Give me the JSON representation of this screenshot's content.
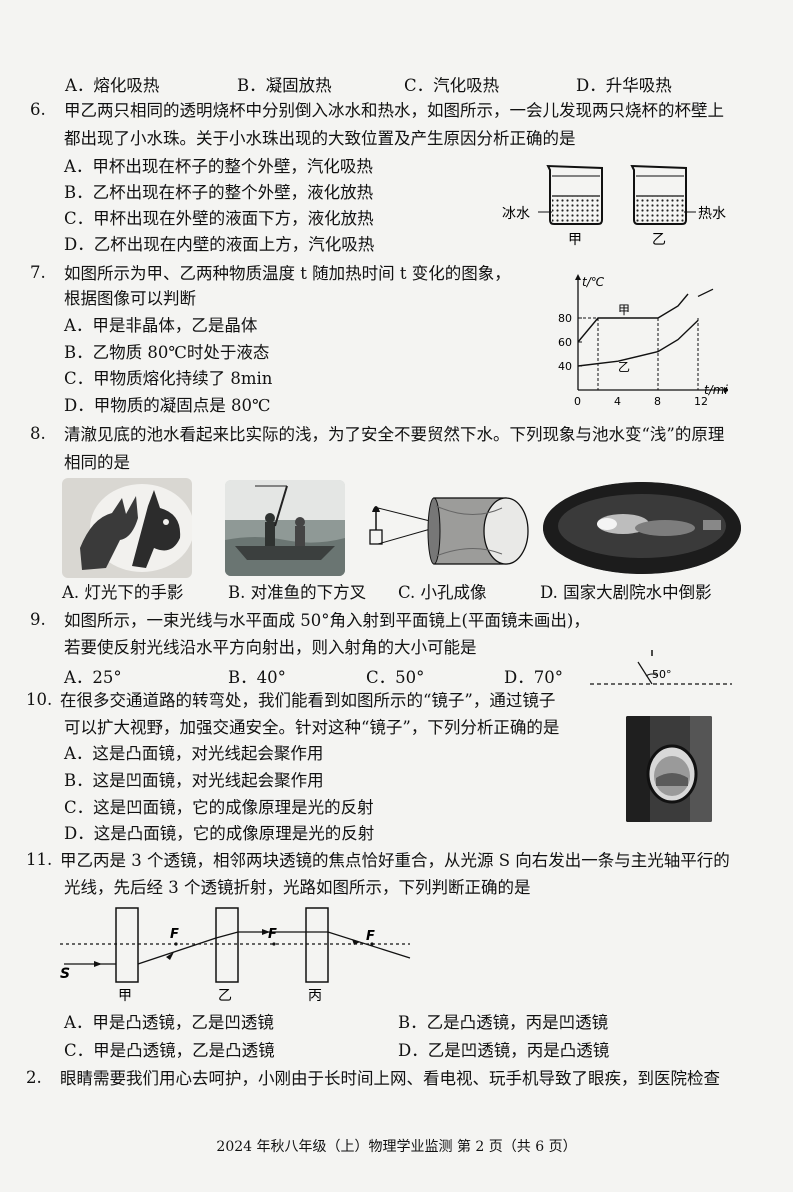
{
  "q5": {
    "options": [
      "A．熔化吸热",
      "B．凝固放热",
      "C．汽化吸热",
      "D．升华吸热"
    ]
  },
  "q6": {
    "num": "6.",
    "stem": [
      "甲乙两只相同的透明烧杯中分别倒入冰水和热水，如图所示，一会儿发现两只烧杯的杯壁上",
      "都出现了小水珠。关于小水珠出现的大致位置及产生原因分析正确的是"
    ],
    "options": [
      "A．甲杯出现在杯子的整个外壁，汽化吸热",
      "B．乙杯出现在杯子的整个外壁，液化放热",
      "C．甲杯出现在外壁的液面下方，液化放热",
      "D．乙杯出现在内壁的液面上方，汽化吸热"
    ],
    "figure": {
      "left_label": "冰水",
      "right_label": "热水",
      "cup1": "甲",
      "cup2": "乙"
    }
  },
  "q7": {
    "num": "7.",
    "stem": [
      "如图所示为甲、乙两种物质温度 t 随加热时间 t 变化的图象，",
      "根据图像可以判断"
    ],
    "options": [
      "A．甲是非晶体，乙是晶体",
      "B．乙物质 80℃时处于液态",
      "C．甲物质熔化持续了 8min",
      "D．甲物质的凝固点是 80℃"
    ]
  },
  "chart_data": {
    "type": "line",
    "ylabel": "t/℃",
    "xlabel": "t/min",
    "xticks": [
      "0",
      "4",
      "8",
      "12"
    ],
    "yticks": [
      "40",
      "60",
      "80"
    ],
    "series": [
      {
        "name": "甲",
        "x": [
          0,
          2,
          8,
          10,
          11
        ],
        "y": [
          60,
          80,
          80,
          90,
          100
        ]
      },
      {
        "name": "乙",
        "x": [
          0,
          4,
          8,
          10,
          12
        ],
        "y": [
          40,
          44,
          52,
          62,
          78
        ]
      }
    ]
  },
  "q8": {
    "num": "8.",
    "stem": [
      "清澈见底的池水看起来比实际的浅，为了安全不要贸然下水。下列现象与池水变“浅”的原理",
      "相同的是"
    ],
    "captions": [
      "A. 灯光下的手影",
      "B. 对准鱼的下方叉",
      "C. 小孔成像",
      "D. 国家大剧院水中倒影"
    ]
  },
  "q9": {
    "num": "9.",
    "stem": [
      "如图所示，一束光线与水平面成 50°角入射到平面镜上(平面镜未画出)，",
      "若要使反射光线沿水平方向射出，则入射角的大小可能是"
    ],
    "options": [
      "A．25°",
      "B．40°",
      "C．50°",
      "D．70°"
    ],
    "figure": {
      "angle": "50°"
    }
  },
  "q10": {
    "num": "10.",
    "stem": [
      "在很多交通道路的转弯处，我们能看到如图所示的“镜子”，通过镜子",
      "可以扩大视野，加强交通安全。针对这种“镜子”，下列分析正确的是"
    ],
    "options": [
      "A．这是凸面镜，对光线起会聚作用",
      "B．这是凹面镜，对光线起会聚作用",
      "C．这是凹面镜，它的成像原理是光的反射",
      "D．这是凸面镜，它的成像原理是光的反射"
    ]
  },
  "q11": {
    "num": "11.",
    "stem": [
      "甲乙丙是 3 个透镜，相邻两块透镜的焦点恰好重合，从光源 S 向右发出一条与主光轴平行的",
      "光线，先后经 3 个透镜折射，光路如图所示，下列判断正确的是"
    ],
    "figure": {
      "source": "S",
      "focus": "F",
      "lenses": [
        "甲",
        "乙",
        "丙"
      ]
    },
    "options": [
      "A．甲是凸透镜，乙是凹透镜",
      "B．乙是凸透镜，丙是凹透镜",
      "C．甲是凸透镜，乙是凸透镜",
      "D．乙是凹透镜，丙是凸透镜"
    ]
  },
  "q12": {
    "num": "2.",
    "stem": "眼睛需要我们用心去呵护，小刚由于长时间上网、看电视、玩手机导致了眼疾，到医院检查"
  },
  "footer": "2024 年秋八年级（上）物理学业监测  第 2 页（共 6 页）"
}
